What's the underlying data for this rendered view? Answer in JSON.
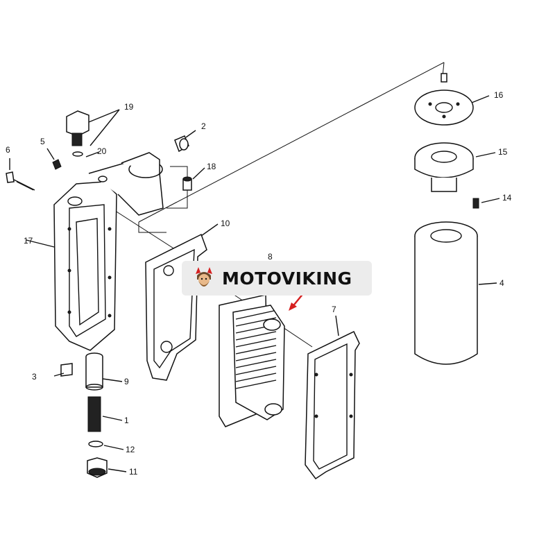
{
  "brand": {
    "name": "MOTOVIKING"
  },
  "callouts": {
    "c1": "1",
    "c2": "2",
    "c3": "3",
    "c4": "4",
    "c5": "5",
    "c6": "6",
    "c7": "7",
    "c8": "8",
    "c9": "9",
    "c10": "10",
    "c11": "11",
    "c12": "12",
    "c14": "14",
    "c15": "15",
    "c16": "16",
    "c17": "17",
    "c18": "18",
    "c19": "19",
    "c20": "20"
  },
  "colors": {
    "arrow": "#d62020",
    "ink": "#111111",
    "banner_bg": "#ececec"
  }
}
